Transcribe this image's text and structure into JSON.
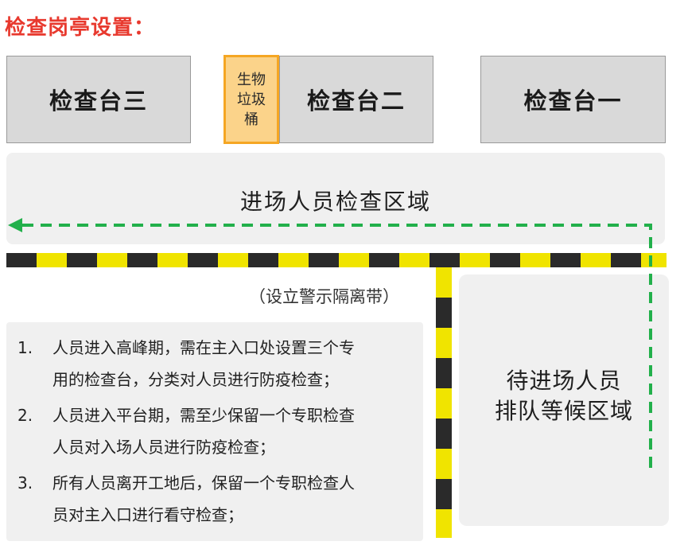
{
  "title": "检查岗亭设置：",
  "stations": {
    "three": "检查台三",
    "two": "检查台二",
    "one": "检查台一"
  },
  "bin": {
    "line1": "生物",
    "line2": "垃圾",
    "line3": "桶"
  },
  "entry_zone": "进场人员检查区域",
  "tape_note": "（设立警示隔离带）",
  "waiting_zone": {
    "line1": "待进场人员",
    "line2": "排队等候区域"
  },
  "notes": [
    {
      "num": "1.",
      "line1": "人员进入高峰期，需在主入口处设置三个专",
      "line2": "用的检查台，分类对人员进行防疫检查；"
    },
    {
      "num": "2.",
      "line1": "人员进入平台期，需至少保留一个专职检查",
      "line2": "人员对入场人员进行防疫检查；"
    },
    {
      "num": "3.",
      "line1": "所有人员离开工地后，保留一个专职检查人",
      "line2": "员对主入口进行看守检查；"
    }
  ],
  "colors": {
    "title": "#e8392e",
    "flow_arrow": "#22b04b",
    "tape_yellow": "#f0e400",
    "tape_black": "#2a2a2a",
    "bin_fill": "#fbd38a",
    "bin_border": "#f5a623"
  }
}
